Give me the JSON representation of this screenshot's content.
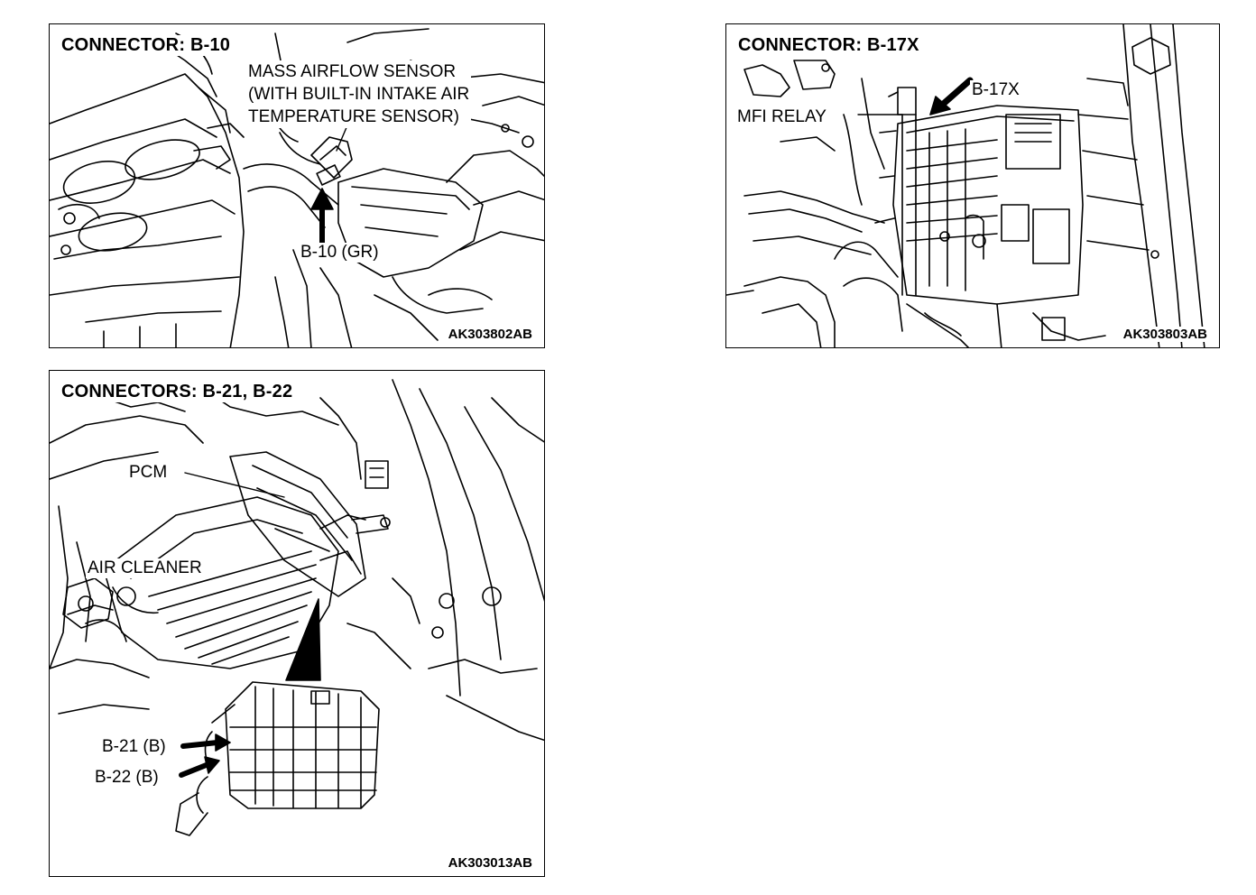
{
  "panels": {
    "b10": {
      "title": "CONNECTOR: B-10",
      "label_sensor": [
        "MASS AIRFLOW SENSOR",
        "(WITH BUILT-IN INTAKE AIR",
        "TEMPERATURE SENSOR)"
      ],
      "label_connector": "B-10 (GR)",
      "code": "AK303802AB"
    },
    "b17x": {
      "title": "CONNECTOR: B-17X",
      "label_relay": "MFI RELAY",
      "label_connector": "B-17X",
      "code": "AK303803AB"
    },
    "b21": {
      "title": "CONNECTORS: B-21, B-22",
      "label_pcm": "PCM",
      "label_air_cleaner": "AIR CLEANER",
      "label_b21": "B-21 (B)",
      "label_b22": "B-22 (B)",
      "code": "AK303013AB"
    }
  },
  "colors": {
    "line": "#000000",
    "background": "#ffffff"
  }
}
